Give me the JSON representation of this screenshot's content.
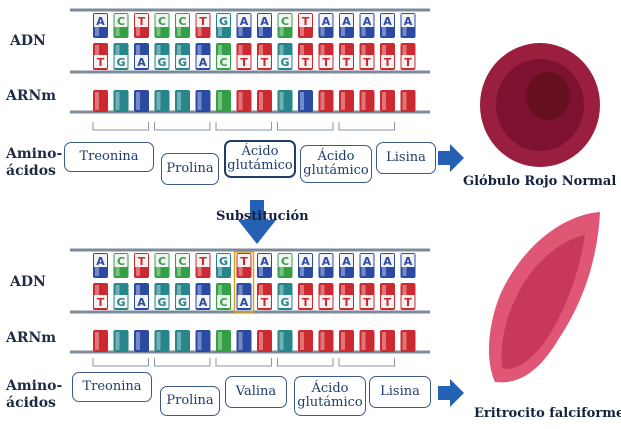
{
  "labels": {
    "adn_top": "ADN",
    "arnm_top": "ARNm",
    "amino_top": "Amino-\nácidos",
    "adn_bottom": "ADN",
    "arnm_bottom": "ARNm",
    "amino_bottom": "Amino-\nácidos",
    "substitution": "Substitución",
    "normal_cell": "Glóbulo Rojo Normal",
    "sickle_cell": "Eritrocito falciforme"
  },
  "top": {
    "dna_upper": [
      "A",
      "C",
      "T",
      "C",
      "C",
      "T",
      "G",
      "A",
      "A",
      "C",
      "T",
      "A",
      "A",
      "A",
      "A",
      "A"
    ],
    "dna_lower": [
      "T",
      "G",
      "A",
      "G",
      "G",
      "A",
      "C",
      "T",
      "T",
      "G",
      "T",
      "T",
      "T",
      "T",
      "T",
      "T"
    ],
    "amino_acids": [
      "Treonina",
      "Prolina",
      "Ácido\nglutámico",
      "Ácido\nglutámico",
      "Lisina"
    ]
  },
  "bottom": {
    "dna_upper": [
      "A",
      "C",
      "T",
      "C",
      "C",
      "T",
      "G",
      "T",
      "A",
      "C",
      "A",
      "A",
      "A",
      "A",
      "A",
      "A"
    ],
    "dna_lower": [
      "T",
      "G",
      "A",
      "G",
      "G",
      "A",
      "C",
      "A",
      "T",
      "G",
      "T",
      "T",
      "T",
      "T",
      "T",
      "T"
    ],
    "amino_acids": [
      "Treonina",
      "Prolina",
      "Valina",
      "Ácido\nglutámico",
      "Lisina"
    ]
  },
  "colors": {
    "A": "#2b4aa3",
    "T": "#cc2a30",
    "C": "#34a045",
    "G": "#27868c",
    "U": "#7a2d93",
    "border": "#3c5a86"
  }
}
